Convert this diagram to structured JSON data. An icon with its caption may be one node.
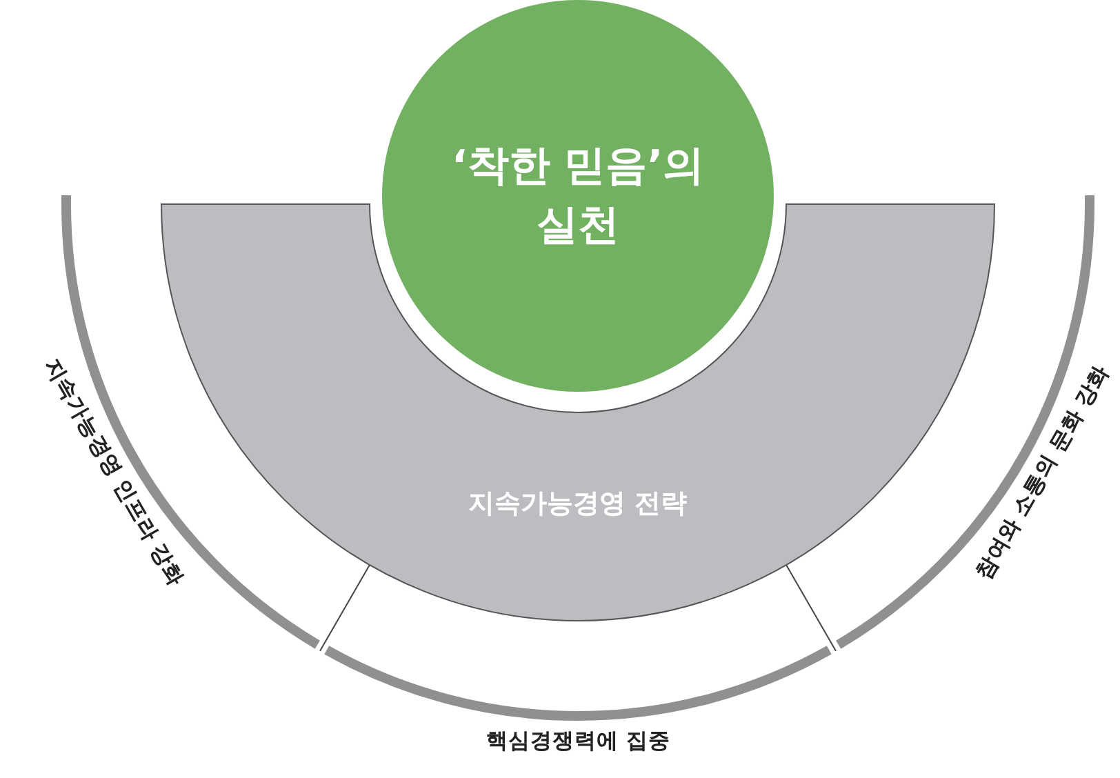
{
  "diagram": {
    "nodes": [
      {
        "text": [
          "‘착한 믿음’의 실천"
        ]
      },
      {
        "text": [
          "지속가능경영 전략"
        ]
      },
      {
        "text": [
          "지속가능경영 인프라 강화"
        ]
      },
      {
        "text": [
          "핵심경쟁력에 집중"
        ]
      },
      {
        "text": [
          "참여와 소통의 문화 강화"
        ]
      }
    ]
  }
}
